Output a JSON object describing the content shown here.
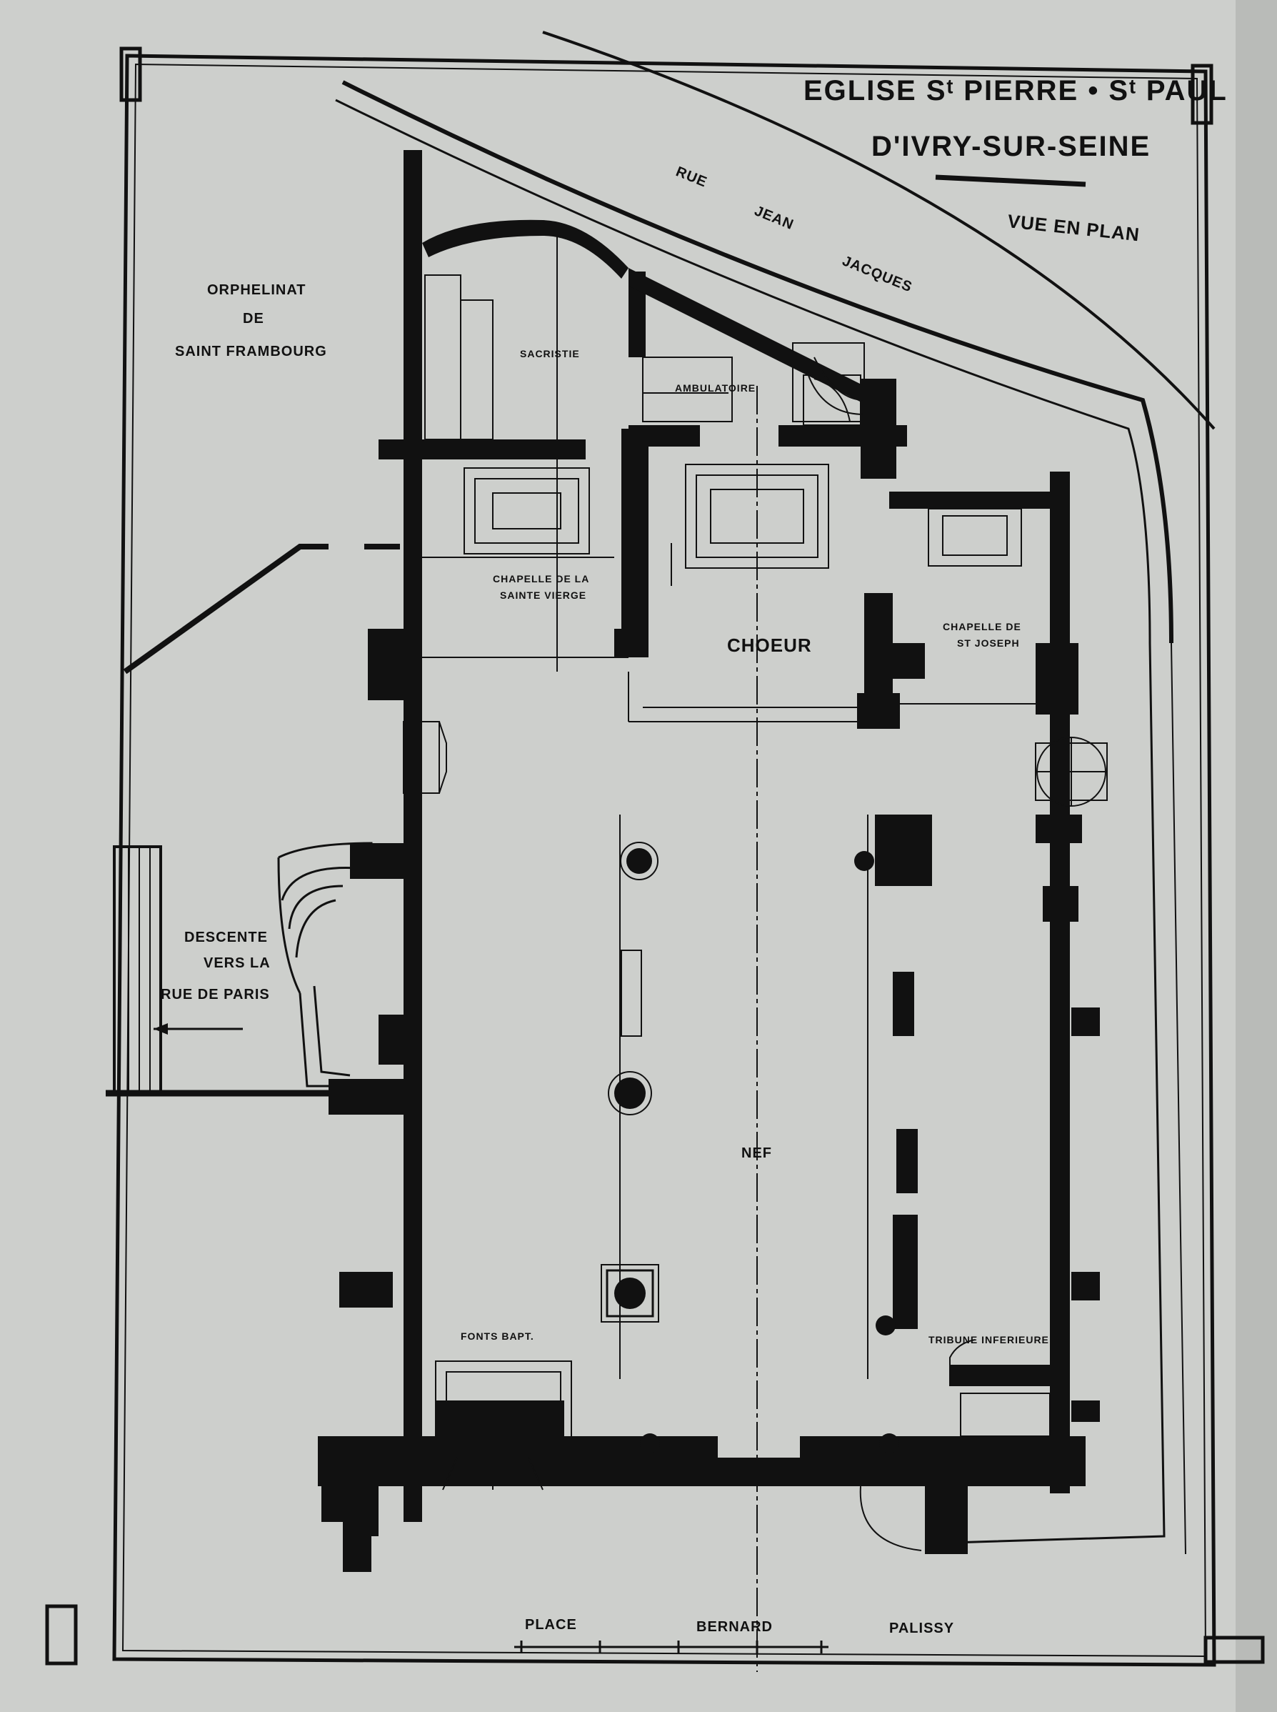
{
  "title": {
    "line1": "EGLISE Sᵗ PIERRE • Sᵗ PAUL",
    "line2": "D'IVRY-SUR-SEINE",
    "subtitle": "VUE EN PLAN"
  },
  "streets": {
    "top_rue": "RUE",
    "top_jean": "JEAN",
    "top_jacques": "JACQUES",
    "bottom_place": "PLACE",
    "bottom_bernard": "BERNARD",
    "bottom_palissy": "PALISSY"
  },
  "outside": {
    "orphanage_1": "ORPHELINAT",
    "orphanage_2": "DE",
    "orphanage_3": "SAINT FRAMBOURG",
    "descent_1": "DESCENTE",
    "descent_2": "VERS LA",
    "descent_3": "RUE DE PARIS"
  },
  "rooms": {
    "sacristie": "SACRISTIE",
    "ambulatoire": "AMBULATOIRE",
    "chapelle_left_1": "CHAPELLE DE LA",
    "chapelle_left_2": "SAINTE VIERGE",
    "choeur": "CHOEUR",
    "chapelle_right_1": "CHAPELLE DE",
    "chapelle_right_2": "ST JOSEPH",
    "nef": "NEF",
    "fonts": "FONTS BAPT.",
    "tribune": "TRIBUNE INFERIEURE"
  },
  "colors": {
    "paper": "#cdcfcc",
    "ink": "#111111"
  }
}
